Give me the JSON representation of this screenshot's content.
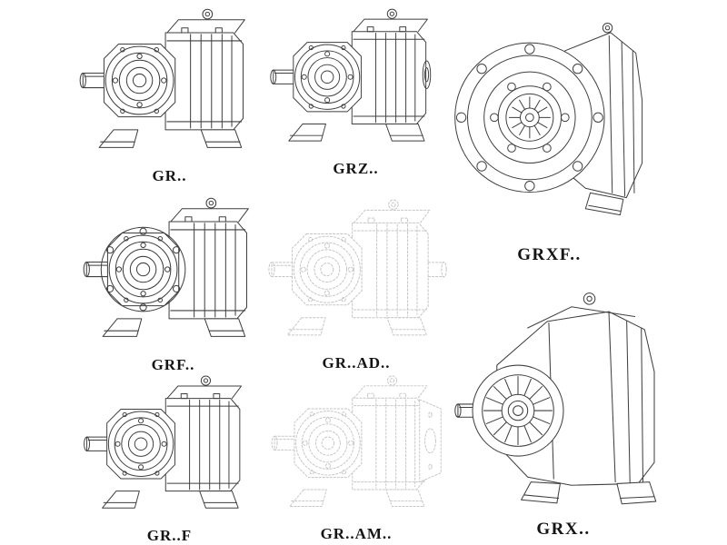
{
  "page": {
    "background": "#ffffff",
    "description_visible": false
  },
  "colors": {
    "line": "#3f3f3f",
    "ghost": "#c5c5c5",
    "label": "#151515",
    "background": "#ffffff"
  },
  "figures": [
    {
      "label": "GR.."
    },
    {
      "label": "GRZ.."
    },
    {
      "label": "GRXF.."
    },
    {
      "label": "GRF.."
    },
    {
      "label": "GR..AD.."
    },
    {
      "label": "GR..F"
    },
    {
      "label": "GR..AM.."
    },
    {
      "label": "GRX.."
    }
  ]
}
